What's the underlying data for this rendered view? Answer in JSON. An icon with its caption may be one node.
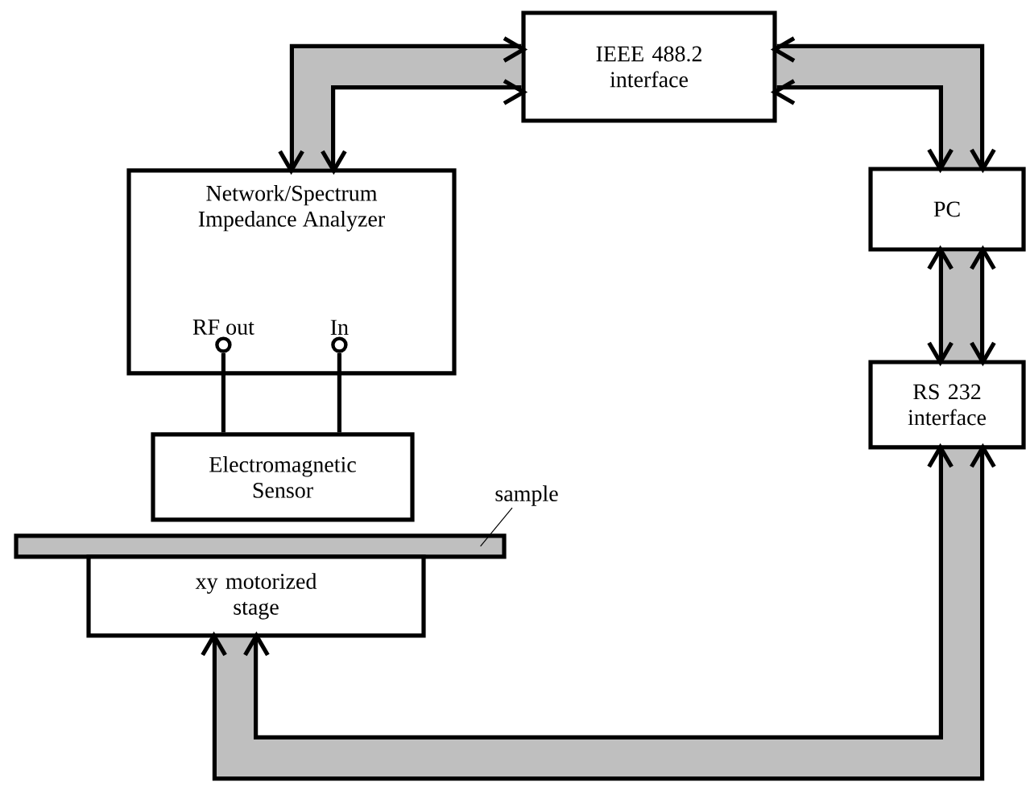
{
  "diagram": {
    "nodes": [
      {
        "text": [
          "IEEE 488.2 interface"
        ]
      },
      {
        "text": [
          "Network/Spectrum Impedance Analyzer"
        ]
      },
      {
        "text": [
          "RF out"
        ],
        "in": 1
      },
      {
        "text": [
          "In"
        ],
        "in": 1
      },
      {
        "text": [
          "PC"
        ]
      },
      {
        "text": [
          "RS 232 interface"
        ]
      },
      {
        "text": [
          "Electromagnetic Sensor"
        ]
      },
      {
        "text": [],
        "shape": "bar"
      },
      {
        "text": [
          "sample"
        ]
      },
      {
        "text": [
          "xy motorized stage"
        ]
      }
    ],
    "edges": [
      {
        "from": 0,
        "to": 1,
        "arrow": "both"
      },
      {
        "from": 0,
        "to": 4,
        "arrow": "both"
      },
      {
        "from": 4,
        "to": 5,
        "arrow": "both"
      },
      {
        "from": 5,
        "to": 9,
        "arrow": "both"
      },
      {
        "from": 2,
        "to": 6,
        "arrow": "none"
      },
      {
        "from": 3,
        "to": 6,
        "arrow": "none"
      },
      {
        "from": 8,
        "to": 7,
        "arrow": "none"
      }
    ]
  }
}
